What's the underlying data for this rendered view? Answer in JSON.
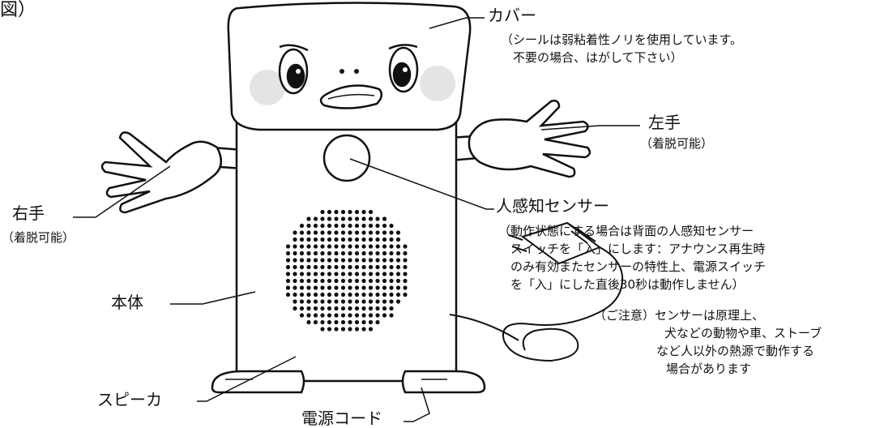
{
  "header_fragment": "図）",
  "parts": {
    "cover": {
      "label": "カバー",
      "note": [
        "（シールは弱粘着性ノリを使用しています。",
        "　不要の場合、はがして下さい）"
      ]
    },
    "left_hand": {
      "label": "左手",
      "note": "（着脱可能）"
    },
    "right_hand": {
      "label": "右手",
      "note": "（着脱可能）"
    },
    "motion_sensor": {
      "label": "人感知センサー",
      "note": [
        "（動作状態にする場合は背面の人感知センサー",
        "　スイッチを「入」にします：アナウンス再生時",
        "　のみ有効またセンサーの特性上、電源スイッチ",
        "　を「入」にした直後30秒は動作しません）"
      ]
    },
    "body": {
      "label": "本体"
    },
    "speaker": {
      "label": "スピーカ"
    },
    "power_cord": {
      "label": "電源コード"
    }
  },
  "caution": {
    "heading": "（ご注意）センサーは原理上、",
    "lines": [
      "犬などの動物や車、ストーブ",
      "など人以外の熱源で動作する",
      "場合があります"
    ]
  }
}
